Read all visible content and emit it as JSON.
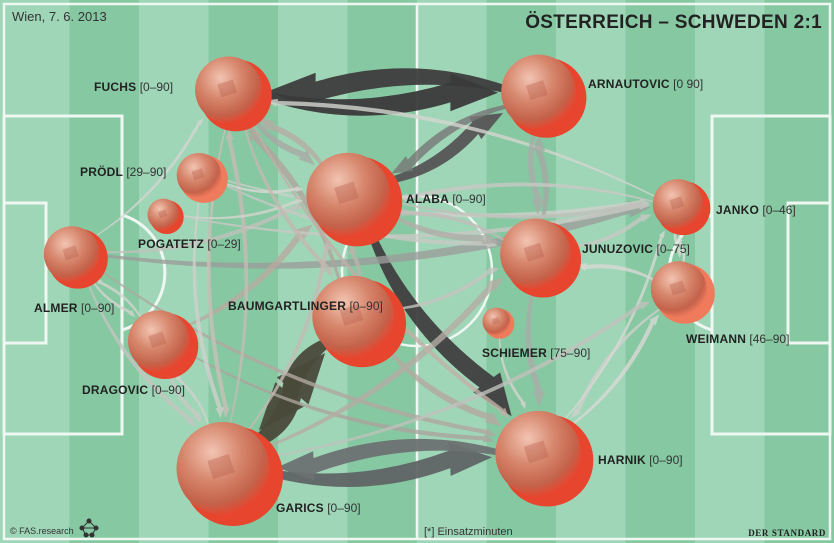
{
  "header": {
    "title": "ÖSTERREICH – SCHWEDEN 2:1",
    "date": "Wien, 7. 6. 2013"
  },
  "footer": {
    "credit": "© FAS.research",
    "footnote": "[*] Einsatzminuten",
    "brand": "DER STANDARD"
  },
  "colors": {
    "pitch_light": "#9fd6b7",
    "pitch_dark": "#86c8a2",
    "node_main": "#e8452e",
    "node_light": "#f07a5c"
  },
  "players": [
    {
      "id": "fuchs",
      "name": "FUCHS",
      "minutes": "[0–90]",
      "size": 36
    },
    {
      "id": "arnautovic",
      "name": "ARNAUTOVIC",
      "minutes": "[0  90]",
      "size": 40
    },
    {
      "id": "proedl",
      "name": "PRÖDL",
      "minutes": "[29–90]",
      "size": 24,
      "light": true
    },
    {
      "id": "alaba",
      "name": "ALABA",
      "minutes": "[0–90]",
      "size": 45
    },
    {
      "id": "janko",
      "name": "JANKO",
      "minutes": "[0–46]",
      "size": 27
    },
    {
      "id": "pogatetz",
      "name": "POGATETZ",
      "minutes": "[0–29]",
      "size": 17
    },
    {
      "id": "almer",
      "name": "ALMER",
      "minutes": "[0–90]",
      "size": 30
    },
    {
      "id": "junuzovic",
      "name": "JUNUZOVIC",
      "minutes": "[0–75]",
      "size": 38
    },
    {
      "id": "weimann",
      "name": "WEIMANN",
      "minutes": "[46–90]",
      "size": 30,
      "light": true
    },
    {
      "id": "baumgartlinger",
      "name": "BAUMGARTLINGER",
      "minutes": "[0–90]",
      "size": 44
    },
    {
      "id": "schiemer",
      "name": "SCHIEMER",
      "minutes": "[75–90]",
      "size": 15,
      "light": true
    },
    {
      "id": "dragovic",
      "name": "DRAGOVIC",
      "minutes": "[0–90]",
      "size": 33
    },
    {
      "id": "garics",
      "name": "GARICS",
      "minutes": "[0–90]",
      "size": 50
    },
    {
      "id": "harnik",
      "name": "HARNIK",
      "minutes": "[0–90]",
      "size": 46
    }
  ],
  "passes": [
    {
      "from": "arnautovic",
      "to": "fuchs",
      "weight": 9,
      "shade": "#3d3d3d"
    },
    {
      "from": "fuchs",
      "to": "arnautovic",
      "weight": 9,
      "shade": "#3a3a3a"
    },
    {
      "from": "alaba",
      "to": "harnik",
      "weight": 8,
      "shade": "#3f3f3f"
    },
    {
      "from": "garics",
      "to": "baumgartlinger",
      "weight": 10,
      "shade": "#4a4a3a"
    },
    {
      "from": "baumgartlinger",
      "to": "garics",
      "weight": 9,
      "shade": "#4a4a3a"
    },
    {
      "from": "garics",
      "to": "harnik",
      "weight": 8,
      "shade": "#5f6565"
    },
    {
      "from": "harnik",
      "to": "garics",
      "weight": 7,
      "shade": "#6c7272"
    },
    {
      "from": "alaba",
      "to": "arnautovic",
      "weight": 6,
      "shade": "#555555"
    },
    {
      "from": "arnautovic",
      "to": "alaba",
      "weight": 4,
      "shade": "#777777"
    },
    {
      "from": "almer",
      "to": "janko",
      "weight": 4,
      "shade": "#9b9d9b"
    },
    {
      "from": "fuchs",
      "to": "alaba",
      "weight": 3,
      "shade": "#a8a8a4"
    },
    {
      "from": "alaba",
      "to": "fuchs",
      "weight": 3,
      "shade": "#b4aca4"
    },
    {
      "from": "almer",
      "to": "alaba",
      "weight": 2,
      "shade": "#c0c0bc"
    },
    {
      "from": "almer",
      "to": "harnik",
      "weight": 2,
      "shade": "#b0a8a0"
    },
    {
      "from": "almer",
      "to": "garics",
      "weight": 2,
      "shade": "#c4c4c0"
    },
    {
      "from": "dragovic",
      "to": "alaba",
      "weight": 3,
      "shade": "#b8aaa0"
    },
    {
      "from": "dragovic",
      "to": "harnik",
      "weight": 2,
      "shade": "#aaa49c"
    },
    {
      "from": "proedl",
      "to": "junuzovic",
      "weight": 2,
      "shade": "#c8c8c4"
    },
    {
      "from": "proedl",
      "to": "janko",
      "weight": 2,
      "shade": "#cfcfcb"
    },
    {
      "from": "pogatetz",
      "to": "janko",
      "weight": 2,
      "shade": "#c8c8c4"
    },
    {
      "from": "janko",
      "to": "fuchs",
      "weight": 2,
      "shade": "#d4d4d0"
    },
    {
      "from": "junuzovic",
      "to": "arnautovic",
      "weight": 3,
      "shade": "#a4aaa4"
    },
    {
      "from": "arnautovic",
      "to": "junuzovic",
      "weight": 3,
      "shade": "#a8aea8"
    },
    {
      "from": "junuzovic",
      "to": "harnik",
      "weight": 3,
      "shade": "#a8aea8"
    },
    {
      "from": "alaba",
      "to": "junuzovic",
      "weight": 3,
      "shade": "#b0aca8"
    },
    {
      "from": "junuzovic",
      "to": "alaba",
      "weight": 2,
      "shade": "#c0bcb8"
    },
    {
      "from": "weimann",
      "to": "junuzovic",
      "weight": 2,
      "shade": "#d8d8d4"
    },
    {
      "from": "weimann",
      "to": "harnik",
      "weight": 2,
      "shade": "#d0d0cc"
    },
    {
      "from": "harnik",
      "to": "weimann",
      "weight": 2,
      "shade": "#d8d8d4"
    },
    {
      "from": "weimann",
      "to": "janko",
      "weight": 1,
      "shade": "#dcdcd8"
    },
    {
      "from": "janko",
      "to": "weimann",
      "weight": 1,
      "shade": "#dcdcd8"
    },
    {
      "from": "baumgartlinger",
      "to": "harnik",
      "weight": 3,
      "shade": "#b4a8a0"
    },
    {
      "from": "baumgartlinger",
      "to": "fuchs",
      "weight": 3,
      "shade": "#b0a49c"
    },
    {
      "from": "fuchs",
      "to": "garics",
      "weight": 2,
      "shade": "#c8c0b8"
    },
    {
      "from": "garics",
      "to": "junuzovic",
      "weight": 3,
      "shade": "#b4aca4"
    },
    {
      "from": "garics",
      "to": "fuchs",
      "weight": 2,
      "shade": "#c4bcb4"
    },
    {
      "from": "baumgartlinger",
      "to": "junuzovic",
      "weight": 2,
      "shade": "#c4c4c0"
    },
    {
      "from": "garics",
      "to": "alaba",
      "weight": 2,
      "shade": "#c4bcb4"
    },
    {
      "from": "proedl",
      "to": "garics",
      "weight": 2,
      "shade": "#d0d0cc"
    },
    {
      "from": "almer",
      "to": "fuchs",
      "weight": 1,
      "shade": "#d4d4d0"
    },
    {
      "from": "dragovic",
      "to": "garics",
      "weight": 2,
      "shade": "#c8c8c4"
    },
    {
      "from": "garics",
      "to": "dragovic",
      "weight": 1,
      "shade": "#d0d0cc"
    },
    {
      "from": "dragovic",
      "to": "almer",
      "weight": 1,
      "shade": "#d4d4d0"
    },
    {
      "from": "almer",
      "to": "dragovic",
      "weight": 1,
      "shade": "#d4d4d0"
    },
    {
      "from": "janko",
      "to": "alaba",
      "weight": 2,
      "shade": "#c8c8c4"
    },
    {
      "from": "harnik",
      "to": "janko",
      "weight": 1,
      "shade": "#d8d8d4"
    },
    {
      "from": "schiemer",
      "to": "harnik",
      "weight": 1,
      "shade": "#d4d4d0"
    },
    {
      "from": "junuzovic",
      "to": "janko",
      "weight": 2,
      "shade": "#c8c8c4"
    },
    {
      "from": "fuchs",
      "to": "harnik",
      "weight": 2,
      "shade": "#c0b0a8"
    },
    {
      "from": "alaba",
      "to": "janko",
      "weight": 2,
      "shade": "#c0c0bc"
    },
    {
      "from": "pogatetz",
      "to": "alaba",
      "weight": 1,
      "shade": "#d4d4d0"
    },
    {
      "from": "proedl",
      "to": "alaba",
      "weight": 1,
      "shade": "#d8d8d4"
    },
    {
      "from": "fuchs",
      "to": "baumgartlinger",
      "weight": 2,
      "shade": "#c4b8b0"
    },
    {
      "from": "garics",
      "to": "weimann",
      "weight": 2,
      "shade": "#c0c0bc"
    },
    {
      "from": "baumgartlinger",
      "to": "alaba",
      "weight": 2,
      "shade": "#bcb4ac"
    }
  ]
}
